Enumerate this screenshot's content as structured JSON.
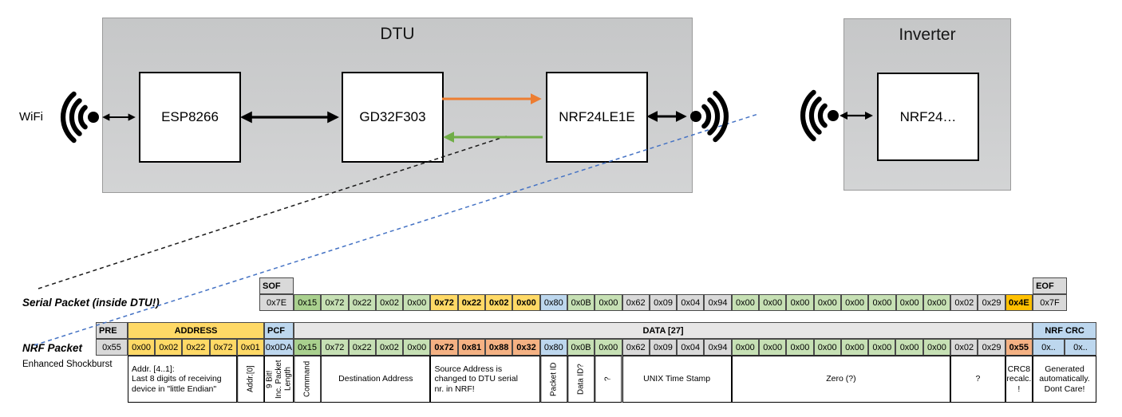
{
  "colors": {
    "orange_arrow": "#ED7D31",
    "green_arrow": "#70AD47",
    "blue_dashed": "#4472C4",
    "black": "#000000",
    "cell_green": "#C6E0B4",
    "cell_green_dark": "#A9D08E",
    "cell_yellow": "#FFD966",
    "cell_amber": "#FFC000",
    "cell_salmon": "#F4B183",
    "cell_blue": "#BDD7EE",
    "cell_gray": "#D9D9D9"
  },
  "wifi_label": "WiFi",
  "dtu": {
    "title": "DTU",
    "chips": [
      "ESP8266",
      "GD32F303",
      "NRF24LE1E"
    ]
  },
  "inverter": {
    "title": "Inverter",
    "chip": "NRF24…"
  },
  "serial": {
    "label": "Serial Packet (inside DTU!)",
    "sof_header": "SOF",
    "sof": "0x7E",
    "eof_header": "EOF",
    "eof": "0x7F",
    "bytes": [
      {
        "v": "0x15",
        "c": "gdark"
      },
      {
        "v": "0x72",
        "c": "green"
      },
      {
        "v": "0x22",
        "c": "green"
      },
      {
        "v": "0x02",
        "c": "green"
      },
      {
        "v": "0x00",
        "c": "green"
      },
      {
        "v": "0x72",
        "c": "yellow",
        "b": 1
      },
      {
        "v": "0x22",
        "c": "yellow",
        "b": 1
      },
      {
        "v": "0x02",
        "c": "yellow",
        "b": 1
      },
      {
        "v": "0x00",
        "c": "yellow",
        "b": 1
      },
      {
        "v": "0x80",
        "c": "blue"
      },
      {
        "v": "0x0B",
        "c": "green"
      },
      {
        "v": "0x00",
        "c": "green"
      },
      {
        "v": "0x62",
        "c": "gray"
      },
      {
        "v": "0x09",
        "c": "gray"
      },
      {
        "v": "0x04",
        "c": "gray"
      },
      {
        "v": "0x94",
        "c": "gray"
      },
      {
        "v": "0x00",
        "c": "green"
      },
      {
        "v": "0x00",
        "c": "green"
      },
      {
        "v": "0x00",
        "c": "green"
      },
      {
        "v": "0x00",
        "c": "green"
      },
      {
        "v": "0x00",
        "c": "green"
      },
      {
        "v": "0x00",
        "c": "green"
      },
      {
        "v": "0x00",
        "c": "green"
      },
      {
        "v": "0x00",
        "c": "green"
      },
      {
        "v": "0x02",
        "c": "gray"
      },
      {
        "v": "0x29",
        "c": "gray"
      },
      {
        "v": "0x4E",
        "c": "amber",
        "b": 1
      }
    ]
  },
  "nrf": {
    "label": "NRF Packet",
    "sublabel": "Enhanced Shockburst",
    "pre_header": "PRE",
    "pre": "0x55",
    "address_header": "ADDRESS",
    "address": [
      {
        "v": "0x00",
        "c": "yellow"
      },
      {
        "v": "0x02",
        "c": "yellow"
      },
      {
        "v": "0x22",
        "c": "yellow"
      },
      {
        "v": "0x72",
        "c": "yellow"
      },
      {
        "v": "0x01",
        "c": "yellow"
      }
    ],
    "pcf_header": "PCF",
    "pcf": "0x0DA",
    "data_header": "DATA [27]",
    "bytes": [
      {
        "v": "0x15",
        "c": "gdark"
      },
      {
        "v": "0x72",
        "c": "green"
      },
      {
        "v": "0x22",
        "c": "green"
      },
      {
        "v": "0x02",
        "c": "green"
      },
      {
        "v": "0x00",
        "c": "green"
      },
      {
        "v": "0x72",
        "c": "salmon",
        "b": 1
      },
      {
        "v": "0x81",
        "c": "salmon",
        "b": 1
      },
      {
        "v": "0x88",
        "c": "salmon",
        "b": 1
      },
      {
        "v": "0x32",
        "c": "salmon",
        "b": 1
      },
      {
        "v": "0x80",
        "c": "blue"
      },
      {
        "v": "0x0B",
        "c": "green"
      },
      {
        "v": "0x00",
        "c": "green"
      },
      {
        "v": "0x62",
        "c": "gray"
      },
      {
        "v": "0x09",
        "c": "gray"
      },
      {
        "v": "0x04",
        "c": "gray"
      },
      {
        "v": "0x94",
        "c": "gray"
      },
      {
        "v": "0x00",
        "c": "green"
      },
      {
        "v": "0x00",
        "c": "green"
      },
      {
        "v": "0x00",
        "c": "green"
      },
      {
        "v": "0x00",
        "c": "green"
      },
      {
        "v": "0x00",
        "c": "green"
      },
      {
        "v": "0x00",
        "c": "green"
      },
      {
        "v": "0x00",
        "c": "green"
      },
      {
        "v": "0x00",
        "c": "green"
      },
      {
        "v": "0x02",
        "c": "gray"
      },
      {
        "v": "0x29",
        "c": "gray"
      },
      {
        "v": "0x55",
        "c": "salmon",
        "b": 1
      }
    ],
    "crc_header": "NRF CRC",
    "crc": [
      "0x..",
      "0x.."
    ]
  },
  "annotations": [
    {
      "t": "Addr. [4..1]:\nLast 8 digits of receiving\ndevice in \"little Endian\"",
      "cols": 4,
      "sect": "addr",
      "align": "left"
    },
    {
      "t": "Addr.[0]",
      "cols": 1,
      "sect": "addr",
      "rot": true
    },
    {
      "t": "9 Bit!\nInc. Packet\nLength",
      "cols": 1,
      "sect": "pcf",
      "rot": true
    },
    {
      "t": "Command",
      "cols": 1,
      "sect": "data",
      "rot": true
    },
    {
      "t": "Destination Address",
      "cols": 4,
      "sect": "data"
    },
    {
      "t": "Source Address is\nchanged to DTU serial\nnr. in NRF!",
      "cols": 4,
      "sect": "data",
      "bg": "salmon",
      "align": "left"
    },
    {
      "t": "Packet ID",
      "cols": 1,
      "sect": "data",
      "rot": true
    },
    {
      "t": "Data ID?",
      "cols": 1,
      "sect": "data",
      "rot": true
    },
    {
      "t": "?",
      "cols": 1,
      "sect": "data",
      "rot": true
    },
    {
      "t": "UNIX Time Stamp",
      "cols": 4,
      "sect": "data"
    },
    {
      "t": "Zero (?)",
      "cols": 8,
      "sect": "data"
    },
    {
      "t": "?",
      "cols": 2,
      "sect": "data"
    },
    {
      "t": "CRC8\nrecalc.\n!",
      "cols": 1,
      "sect": "data",
      "bg": "salmon"
    },
    {
      "t": "Generated\nautomatically.\nDont Care!",
      "cols": 2,
      "sect": "crc"
    }
  ]
}
